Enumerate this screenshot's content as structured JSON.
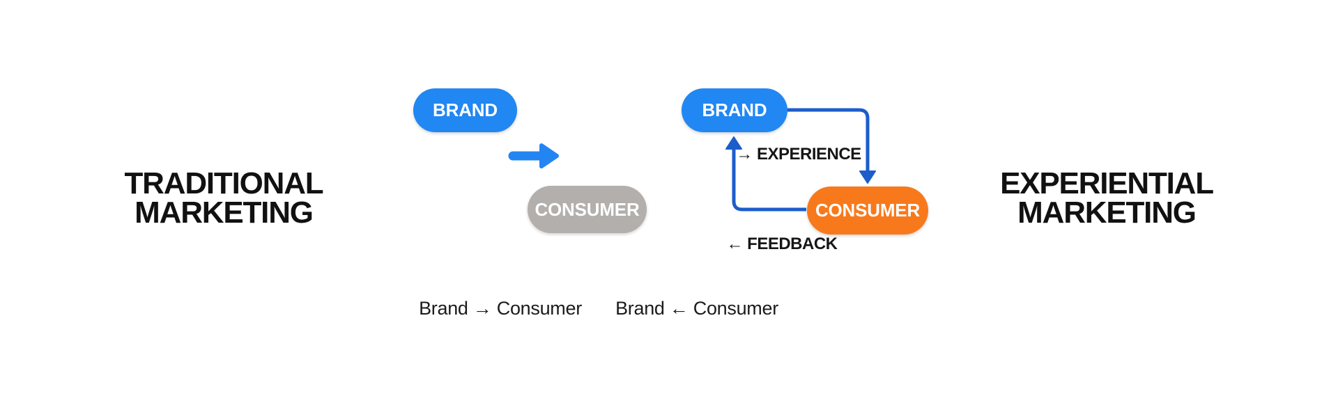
{
  "page": {
    "background_color": "#ffffff",
    "text_color": "#111111"
  },
  "titles": {
    "left": {
      "line1": "TRADITIONAL",
      "line2": "MARKETING"
    },
    "right": {
      "line1": "EXPERIENTIAL",
      "line2": "MARKETING"
    }
  },
  "traditional_diagram": {
    "brand_label": "BRAND",
    "consumer_label": "CONSUMER",
    "arrow_icon": "thick-right-arrow",
    "caption": "Brand → Consumer",
    "colors": {
      "brand_pill": "#2187f2",
      "consumer_pill": "#b2afac",
      "arrow": "#2385f2",
      "pill_text": "#ffffff"
    }
  },
  "experiential_diagram": {
    "brand_label": "BRAND",
    "consumer_label": "CONSUMER",
    "experience_label": "→ EXPERIENCE",
    "feedback_label": "← FEEDBACK",
    "caption": "Brand ← Consumer",
    "colors": {
      "brand_pill": "#2187f2",
      "consumer_pill": "#f8791c",
      "connector": "#1c5dcc",
      "pill_text": "#ffffff"
    }
  }
}
